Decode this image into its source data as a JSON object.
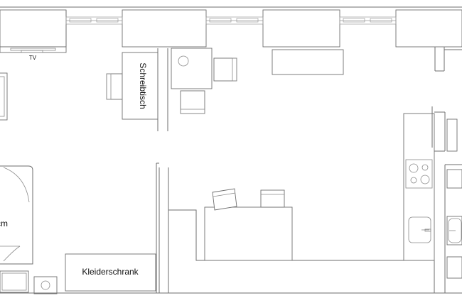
{
  "labels": {
    "tv": "TV",
    "desk": "Schreibtisch",
    "wardrobe": "Kleiderschrank",
    "bed_fragment": "cm"
  }
}
